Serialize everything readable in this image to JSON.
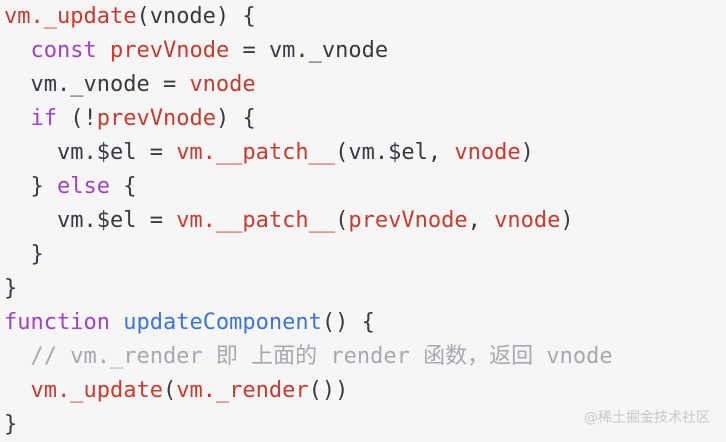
{
  "colors": {
    "background": "#f6f6f6",
    "default": "#383a42",
    "red": "#c93b2c",
    "purple": "#a142c9",
    "blue": "#3a77d6",
    "comment": "#a7a9b1"
  },
  "lines": [
    [
      {
        "text": "vm._update",
        "color": "red"
      },
      {
        "text": "(vnode) {",
        "color": "plain"
      }
    ],
    [
      {
        "text": "  ",
        "color": "plain"
      },
      {
        "text": "const",
        "color": "purple"
      },
      {
        "text": " ",
        "color": "plain"
      },
      {
        "text": "prevVnode",
        "color": "red"
      },
      {
        "text": " = vm._vnode",
        "color": "plain"
      }
    ],
    [
      {
        "text": "  vm._vnode = ",
        "color": "plain"
      },
      {
        "text": "vnode",
        "color": "red"
      }
    ],
    [
      {
        "text": "  ",
        "color": "plain"
      },
      {
        "text": "if",
        "color": "purple"
      },
      {
        "text": " (!",
        "color": "plain"
      },
      {
        "text": "prevVnode",
        "color": "red"
      },
      {
        "text": ") {",
        "color": "plain"
      }
    ],
    [
      {
        "text": "    vm.$el = ",
        "color": "plain"
      },
      {
        "text": "vm.__patch__",
        "color": "red"
      },
      {
        "text": "(vm.$el, ",
        "color": "plain"
      },
      {
        "text": "vnode",
        "color": "red"
      },
      {
        "text": ")",
        "color": "plain"
      }
    ],
    [
      {
        "text": "  } ",
        "color": "plain"
      },
      {
        "text": "else",
        "color": "purple"
      },
      {
        "text": " {",
        "color": "plain"
      }
    ],
    [
      {
        "text": "    vm.$el = ",
        "color": "plain"
      },
      {
        "text": "vm.__patch__",
        "color": "red"
      },
      {
        "text": "(",
        "color": "plain"
      },
      {
        "text": "prevVnode",
        "color": "red"
      },
      {
        "text": ", ",
        "color": "plain"
      },
      {
        "text": "vnode",
        "color": "red"
      },
      {
        "text": ")",
        "color": "plain"
      }
    ],
    [
      {
        "text": "  }",
        "color": "plain"
      }
    ],
    [
      {
        "text": "}",
        "color": "plain"
      }
    ],
    [
      {
        "text": "function",
        "color": "purple"
      },
      {
        "text": " ",
        "color": "plain"
      },
      {
        "text": "updateComponent",
        "color": "blue"
      },
      {
        "text": "() {",
        "color": "plain"
      }
    ],
    [
      {
        "text": "  // vm._render 即 上面的 render 函数，返回 vnode",
        "color": "comment"
      }
    ],
    [
      {
        "text": "  ",
        "color": "plain"
      },
      {
        "text": "vm._update",
        "color": "red"
      },
      {
        "text": "(",
        "color": "plain"
      },
      {
        "text": "vm._render",
        "color": "red"
      },
      {
        "text": "())",
        "color": "plain"
      }
    ],
    [
      {
        "text": "}",
        "color": "plain"
      }
    ]
  ],
  "watermark": "@稀土掘金技术社区"
}
